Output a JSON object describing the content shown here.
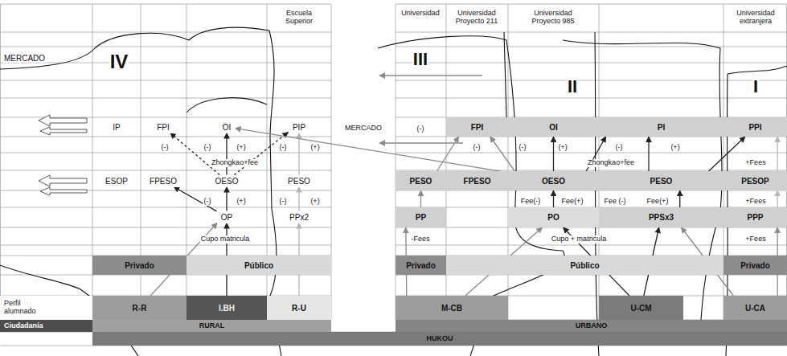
{
  "diagram": {
    "nodes": [
      {
        "text": [
          "IP"
        ]
      },
      {
        "text": [
          "FPI"
        ]
      },
      {
        "text": [
          "OI"
        ]
      },
      {
        "text": [
          "PIP"
        ]
      },
      {
        "text": [
          "ESOP"
        ]
      },
      {
        "text": [
          "FPESO"
        ]
      },
      {
        "text": [
          "OESO"
        ]
      },
      {
        "text": [
          "PESO"
        ]
      },
      {
        "text": [
          "OP"
        ]
      },
      {
        "text": [
          "PPx2"
        ]
      },
      {
        "text": [
          "Privado"
        ]
      },
      {
        "text": [
          "Público"
        ]
      },
      {
        "text": [
          "R-R"
        ]
      },
      {
        "text": [
          "I.BH"
        ]
      },
      {
        "text": [
          "R-U"
        ]
      },
      {
        "text": [
          "FPI"
        ]
      },
      {
        "text": [
          "OI"
        ]
      },
      {
        "text": [
          "PI"
        ]
      },
      {
        "text": [
          "PPI"
        ]
      },
      {
        "text": [
          "PESO"
        ]
      },
      {
        "text": [
          "FPESO"
        ]
      },
      {
        "text": [
          "OESO"
        ]
      },
      {
        "text": [
          "PESO"
        ]
      },
      {
        "text": [
          "PESOP"
        ]
      },
      {
        "text": [
          "PP"
        ]
      },
      {
        "text": [
          "PO"
        ]
      },
      {
        "text": [
          "PPSx3"
        ]
      },
      {
        "text": [
          "PPP"
        ]
      },
      {
        "text": [
          "Privado"
        ]
      },
      {
        "text": [
          "Público"
        ]
      },
      {
        "text": [
          "Privado"
        ]
      },
      {
        "text": [
          "M-CB"
        ]
      },
      {
        "text": [
          "U-CM"
        ]
      },
      {
        "text": [
          "U-CA"
        ]
      },
      {
        "text": [
          "Perfil alumnado"
        ]
      },
      {
        "text": [
          "Ciudadanía"
        ]
      },
      {
        "text": [
          "RURAL"
        ]
      },
      {
        "text": [
          "URBANO"
        ]
      },
      {
        "text": [
          "HUKOU"
        ]
      }
    ],
    "edges": [
      {
        "from": 12,
        "to": 8,
        "arrow": "to"
      },
      {
        "from": 13,
        "to": 8,
        "arrow": "to"
      },
      {
        "from": 14,
        "to": 9,
        "arrow": "to"
      },
      {
        "from": 8,
        "to": 5,
        "arrow": "to"
      },
      {
        "from": 8,
        "to": 6,
        "arrow": "to"
      },
      {
        "from": 6,
        "to": 2,
        "arrow": "to"
      },
      {
        "from": 6,
        "to": 1,
        "arrow": "to"
      },
      {
        "from": 6,
        "to": 3,
        "arrow": "to"
      },
      {
        "from": 9,
        "to": 7,
        "arrow": "to"
      },
      {
        "from": 7,
        "to": 3,
        "arrow": "to"
      },
      {
        "from": 21,
        "to": 2,
        "arrow": "to"
      },
      {
        "from": 31,
        "to": 24,
        "arrow": "to"
      },
      {
        "from": 31,
        "to": 25,
        "arrow": "to"
      },
      {
        "from": 24,
        "to": 19,
        "arrow": "to"
      },
      {
        "from": 19,
        "to": 15,
        "arrow": "to"
      },
      {
        "from": 25,
        "to": 21,
        "arrow": "to"
      },
      {
        "from": 32,
        "to": 26,
        "arrow": "to"
      },
      {
        "from": 32,
        "to": 25,
        "arrow": "to"
      },
      {
        "from": 26,
        "to": 22,
        "arrow": "to"
      },
      {
        "from": 21,
        "to": 16,
        "arrow": "to"
      },
      {
        "from": 21,
        "to": 17,
        "arrow": "to"
      },
      {
        "from": 22,
        "to": 18,
        "arrow": "to"
      },
      {
        "from": 22,
        "to": 17,
        "arrow": "to"
      },
      {
        "from": 33,
        "to": 27,
        "arrow": "to"
      },
      {
        "from": 33,
        "to": 26,
        "arrow": "to"
      },
      {
        "from": 27,
        "to": 23,
        "arrow": "to"
      },
      {
        "from": 23,
        "to": 18,
        "arrow": "to"
      },
      {
        "from": 21,
        "to": 15,
        "arrow": "to"
      }
    ],
    "labels": [
      "Escuela Superior",
      "Universidad",
      "Universidad Proyecto 211",
      "Universidad Proyecto 985",
      "Universidad extranjera",
      "MERCADO",
      "IV",
      "III",
      "II",
      "I",
      "MERCADO",
      "(-)",
      "(-)",
      "(+)",
      "(-)",
      "(+)",
      "Zhongkao+fee",
      "(-)",
      "(+)",
      "(-)",
      "(+)",
      "Cupo matricula",
      "(-)",
      "(-)",
      "(-)",
      "(+)",
      "(-)",
      "(+)",
      "Zhongkao+fee",
      "+Fees",
      "Fee(-)",
      "Fee(+)",
      "Fee (-)",
      "Fee(+)",
      "+Fees",
      "-Fees",
      "Cupo + matricula",
      "+Fees"
    ]
  }
}
